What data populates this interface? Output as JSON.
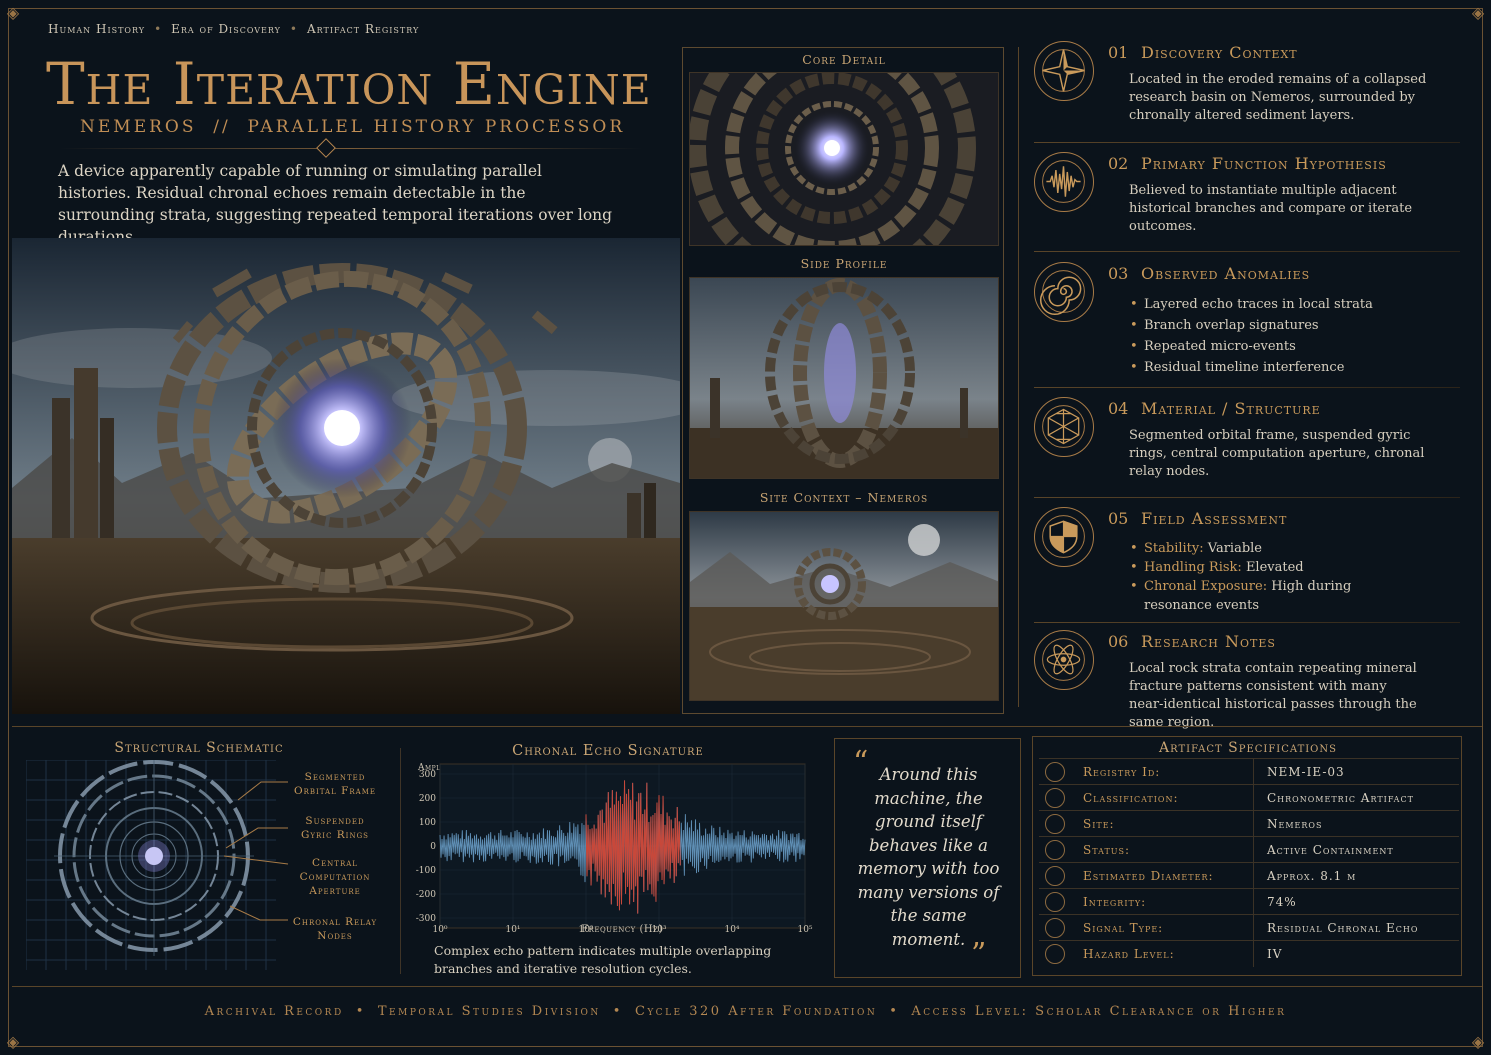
{
  "breadcrumb": [
    "Human History",
    "Era of Discovery",
    "Artifact Registry"
  ],
  "title": "The Iteration Engine",
  "subtitle": "NEMEROS  //  PARALLEL HISTORY PROCESSOR",
  "intro": "A device apparently capable of running or simulating parallel histories. Residual chronal echoes remain detectable in the surrounding strata, suggesting repeated temporal iterations over long durations.",
  "gallery": {
    "core_label": "Core Detail",
    "side_label": "Side Profile",
    "site_label": "Site Context – Nemeros"
  },
  "sections": [
    {
      "num": "01",
      "title": "Discovery Context",
      "icon": "compass-rose-icon",
      "text": "Located in the eroded remains of a collapsed research basin on Nemeros, surrounded by chronally altered sediment layers."
    },
    {
      "num": "02",
      "title": "Primary Function Hypothesis",
      "icon": "waveform-icon",
      "text": "Believed to instantiate multiple adjacent historical branches and compare or iterate outcomes."
    },
    {
      "num": "03",
      "title": "Observed Anomalies",
      "icon": "spiral-icon",
      "bullets": [
        "Layered echo traces in local strata",
        "Branch overlap signatures",
        "Repeated micro-events",
        "Residual timeline interference"
      ]
    },
    {
      "num": "04",
      "title": "Material / Structure",
      "icon": "polyhedron-icon",
      "text": "Segmented orbital frame, suspended gyric rings, central computation aperture, chronal relay nodes."
    },
    {
      "num": "05",
      "title": "Field Assessment",
      "icon": "shield-icon",
      "pairs": [
        {
          "k": "Stability:",
          "v": " Variable"
        },
        {
          "k": "Handling Risk:",
          "v": " Elevated"
        },
        {
          "k": "Chronal Exposure:",
          "v": " High during resonance events"
        }
      ]
    },
    {
      "num": "06",
      "title": "Research Notes",
      "icon": "atom-icon",
      "text": "Local rock strata contain repeating mineral fracture patterns consistent with many near-identical historical passes through the same region."
    }
  ],
  "schematic": {
    "title": "Structural Schematic",
    "labels": [
      "Segmented Orbital Frame",
      "Suspended Gyric Rings",
      "Central Computation Aperture",
      "Chronal Relay Nodes"
    ]
  },
  "chart_data": {
    "type": "line",
    "title": "Chronal Echo Signature",
    "ylabel": "Amplitude",
    "xlabel": "Frequency (Hz)",
    "x_scale": "log",
    "xlim": [
      1,
      100000
    ],
    "ylim": [
      -300,
      300
    ],
    "yticks": [
      "300",
      "200",
      "100",
      "0",
      "-100",
      "-200",
      "-300"
    ],
    "xticks": [
      "10⁰",
      "10¹",
      "10²",
      "10³",
      "10⁴",
      "10⁵"
    ],
    "series": [
      {
        "color": "#5f8fb5",
        "highlight_range": [
          100,
          2000
        ],
        "highlight_color": "#c8483a",
        "peak_amplitude": 250,
        "baseline_amplitude": 60
      }
    ]
  },
  "chart_caption": "Complex echo pattern indicates multiple overlapping branches and iterative resolution cycles.",
  "quote": {
    "open": "“",
    "text": "Around this machine, the ground itself behaves like a memory with too many versions of the same moment.",
    "close": "”"
  },
  "specs": {
    "title": "Artifact Specifications",
    "rows": [
      {
        "label": "Registry Id:",
        "value": "NEM-IE-03"
      },
      {
        "label": "Classification:",
        "value": "Chronometric Artifact"
      },
      {
        "label": "Site:",
        "value": "Nemeros"
      },
      {
        "label": "Status:",
        "value": "Active Containment"
      },
      {
        "label": "Estimated Diameter:",
        "value": "Approx. 8.1 m"
      },
      {
        "label": "Integrity:",
        "value": "74%"
      },
      {
        "label": "Signal Type:",
        "value": "Residual Chronal Echo"
      },
      {
        "label": "Hazard Level:",
        "value": "IV"
      }
    ]
  },
  "footer": [
    "Archival Record",
    "Temporal Studies Division",
    "Cycle 320 After Foundation",
    "Access Level: Scholar Clearance or Higher"
  ],
  "colors": {
    "accent": "#c99a5b",
    "background": "#0b131b",
    "core_glow": "#b7b9ff",
    "echo_red": "#c8483a",
    "echo_blue": "#5f8fb5"
  }
}
